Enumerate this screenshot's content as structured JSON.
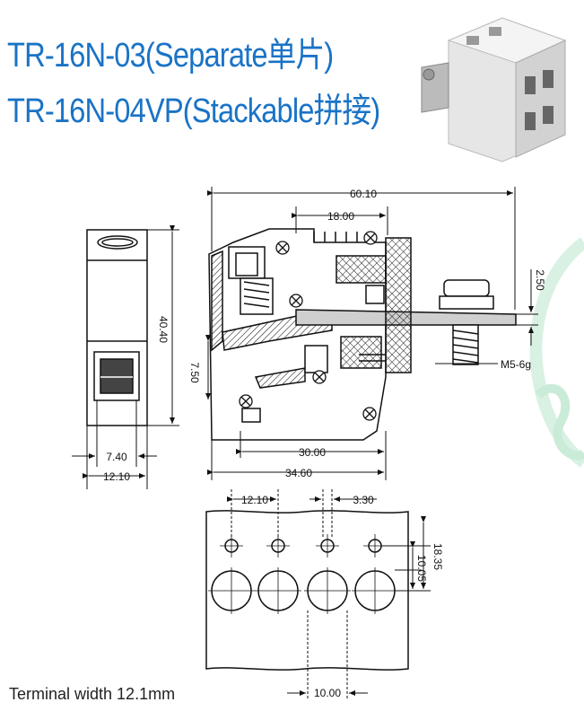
{
  "header": {
    "title_separate": "TR-16N-03(Separate单片)",
    "title_stackable": "TR-16N-04VP(Stackable拼接)"
  },
  "colors": {
    "title": "#1a73c6",
    "watermark": "#bfe8cf"
  },
  "dimensions": {
    "overall_width": "60.10",
    "top_offset": "18.00",
    "height": "40.40",
    "bar_thickness": "2.50",
    "screw_spec": "M5-6g",
    "inner_offset": "7.50",
    "side_width_inner": "7.40",
    "side_width_outer": "12.10",
    "base_inner": "30.00",
    "base_outer": "34.60",
    "pitch": "12.10",
    "small_hole": "3.30",
    "row_height_inner": "10.05",
    "row_height_outer": "18.35",
    "large_hole": "10.00"
  },
  "footer": {
    "caption": "Terminal width 12.1mm"
  }
}
